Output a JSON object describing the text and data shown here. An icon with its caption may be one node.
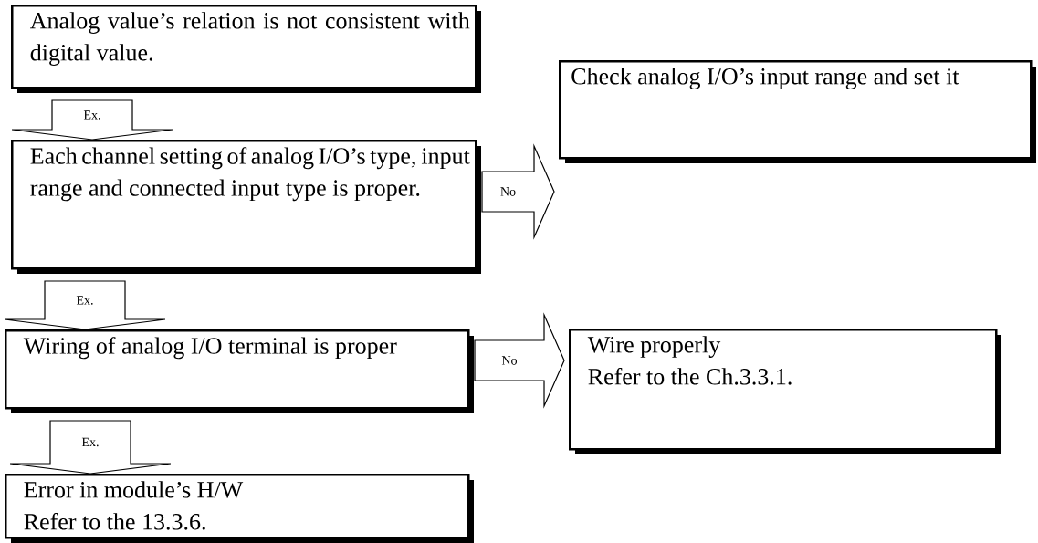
{
  "diagram": {
    "nodes": [
      {
        "text": [
          "Analog value’s relation is not consistent with digital value."
        ]
      },
      {
        "text": [
          "Each channel setting of analog I/O’s type, input range and connected input type is proper."
        ]
      },
      {
        "text": [
          "Check analog I/O’s input range and set it"
        ]
      },
      {
        "text": [
          "Wiring of analog I/O terminal is proper"
        ]
      },
      {
        "text": [
          "Wire properly",
          "Refer to the Ch.3.3.1."
        ]
      },
      {
        "text": [
          "Error in module’s H/W",
          "Refer to the 13.3.6."
        ]
      }
    ],
    "edges": [
      {
        "from": 0,
        "to": 1,
        "arrow": "to",
        "label": "Ex."
      },
      {
        "from": 1,
        "to": 2,
        "arrow": "to",
        "label": "No"
      },
      {
        "from": 1,
        "to": 3,
        "arrow": "to",
        "label": "Ex."
      },
      {
        "from": 3,
        "to": 4,
        "arrow": "to",
        "label": "No"
      },
      {
        "from": 3,
        "to": 5,
        "arrow": "to",
        "label": "Ex."
      }
    ]
  }
}
